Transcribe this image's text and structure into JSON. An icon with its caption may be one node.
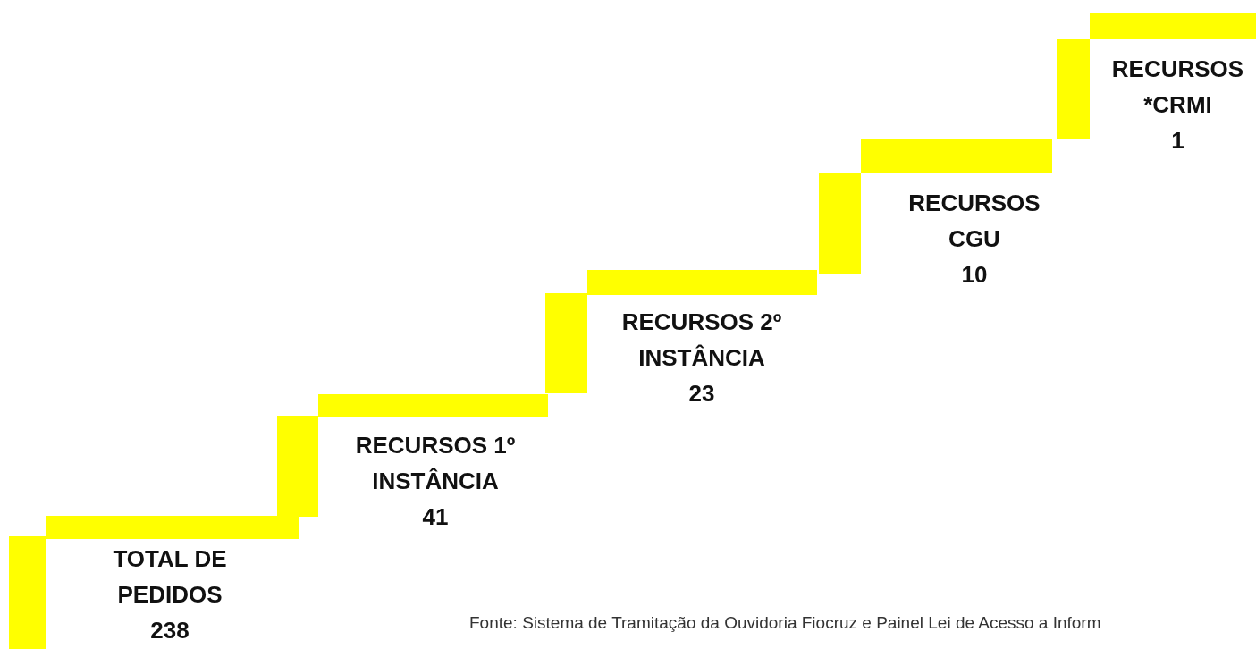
{
  "diagram": {
    "nodes": [
      {
        "text": [
          "TOTAL DE PEDIDOS",
          "238"
        ]
      },
      {
        "text": [
          "RECURSOS 1º INSTÂNCIA",
          "41"
        ]
      },
      {
        "text": [
          "RECURSOS 2º INSTÂNCIA",
          "23"
        ]
      },
      {
        "text": [
          "RECURSOS CGU",
          "10"
        ]
      },
      {
        "text": [
          "RECURSOS *CRMI",
          "1"
        ]
      }
    ],
    "labels": [
      "Fonte: Sistema de Tramitação da Ouvidoria Fiocruz e Painel Lei de Acesso a Inform"
    ]
  }
}
